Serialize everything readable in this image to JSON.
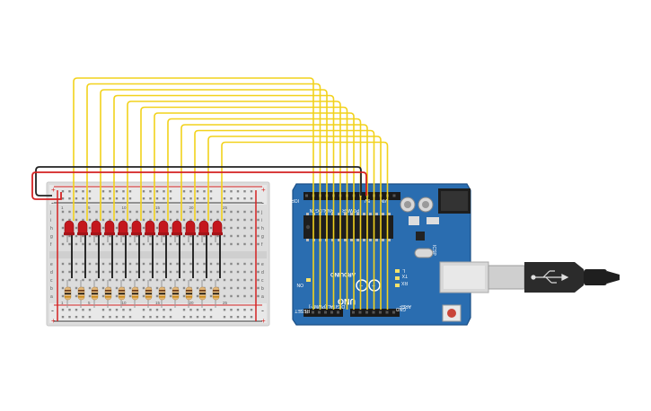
{
  "colors": {
    "wire_signal": "#f2d21c",
    "wire_ground": "#222222",
    "wire_power": "#d42222",
    "breadboard": "#e2e2e2",
    "board": "#2a6db0",
    "led": "#c4171d",
    "usb_plug": "#2b2b2b"
  },
  "circuit": {
    "led_count": 12,
    "resistor_count": 12,
    "signal_wire_count": 12
  },
  "breadboard": {
    "plus_label": "+",
    "minus_label": "-",
    "rows_left": [
      "a",
      "b",
      "c",
      "d",
      "e"
    ],
    "rows_right": [
      "f",
      "g",
      "h",
      "i",
      "j"
    ],
    "column_numbers": [
      "1",
      "5",
      "10",
      "15",
      "20",
      "25"
    ]
  },
  "arduino": {
    "brand": "ARDUINO",
    "model": "UNO",
    "header_digital": "DIGITAL (PWM ~)",
    "header_power": "POWER",
    "header_analog": "ANALOG IN",
    "label_tx": "TX",
    "label_rx": "RX",
    "label_l": "L",
    "label_on": "ON",
    "label_aref": "AREF",
    "label_gnd": "GND",
    "label_ioref": "IOREF",
    "label_reset": "RESET",
    "label_icsp": "ICSP",
    "label_5v": "5V",
    "label_vin": "VIN"
  }
}
